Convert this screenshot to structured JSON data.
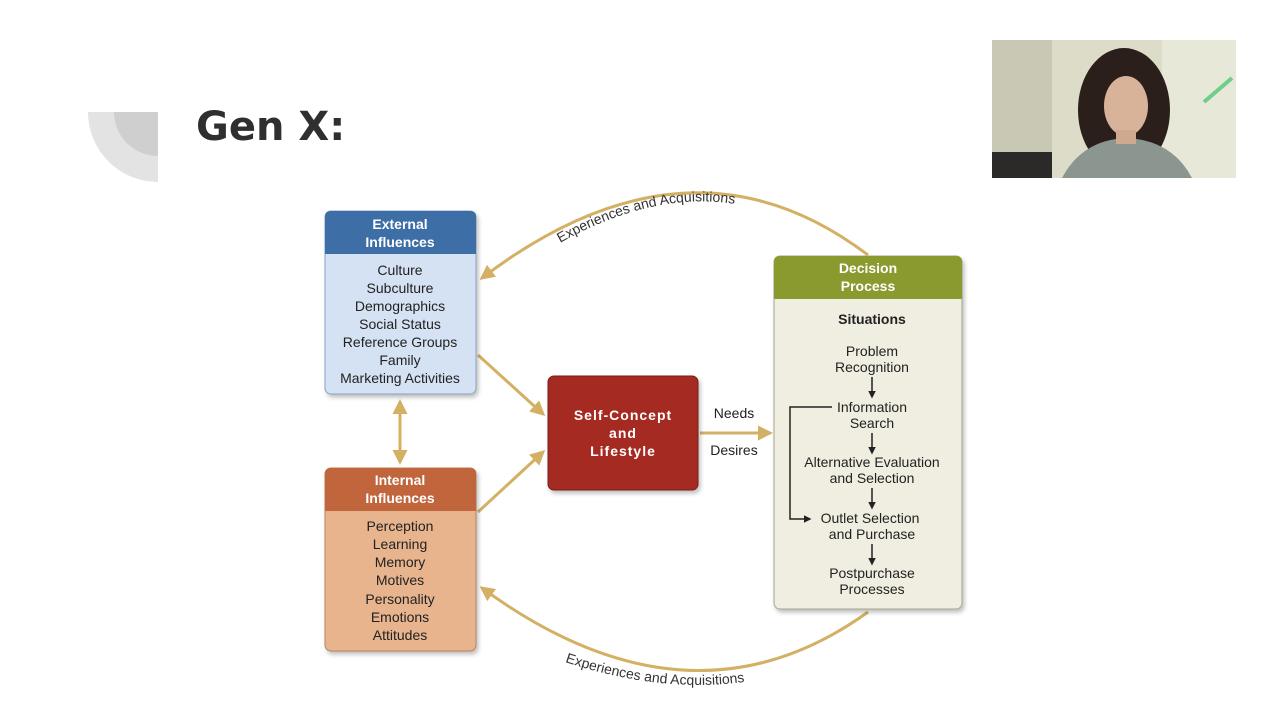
{
  "slide": {
    "title": "Gen X:"
  },
  "diagram": {
    "external": {
      "title_line1": "External",
      "title_line2": "Influences",
      "items": [
        "Culture",
        "Subculture",
        "Demographics",
        "Social Status",
        "Reference Groups",
        "Family",
        "Marketing Activities"
      ]
    },
    "internal": {
      "title_line1": "Internal",
      "title_line2": "Influences",
      "items": [
        "Perception",
        "Learning",
        "Memory",
        "Motives",
        "Personality",
        "Emotions",
        "Attitudes"
      ]
    },
    "self_concept": {
      "line1": "Self-Concept",
      "line2": "and",
      "line3": "Lifestyle"
    },
    "needs": "Needs",
    "desires": "Desires",
    "decision": {
      "title_line1": "Decision",
      "title_line2": "Process",
      "situations": "Situations",
      "steps": [
        {
          "line1": "Problem",
          "line2": "Recognition"
        },
        {
          "line1": "Information",
          "line2": "Search"
        },
        {
          "line1": "Alternative Evaluation",
          "line2": "and Selection"
        },
        {
          "line1": "Outlet Selection",
          "line2": "and Purchase"
        },
        {
          "line1": "Postpurchase",
          "line2": "Processes"
        }
      ]
    },
    "top_arc": "Experiences and Acquisitions",
    "bottom_arc": "Experiences and Acquisitions"
  },
  "colors": {
    "external_header": "#3d6ea6",
    "external_body": "#d5e2f3",
    "internal_header": "#c1653c",
    "internal_body": "#e7b48e",
    "self_concept": "#a52a22",
    "decision_header": "#8a9a2f",
    "decision_body": "#efeee0",
    "arrow": "#d3b063"
  },
  "webcam": {
    "icon": "presenter-video-feed"
  }
}
